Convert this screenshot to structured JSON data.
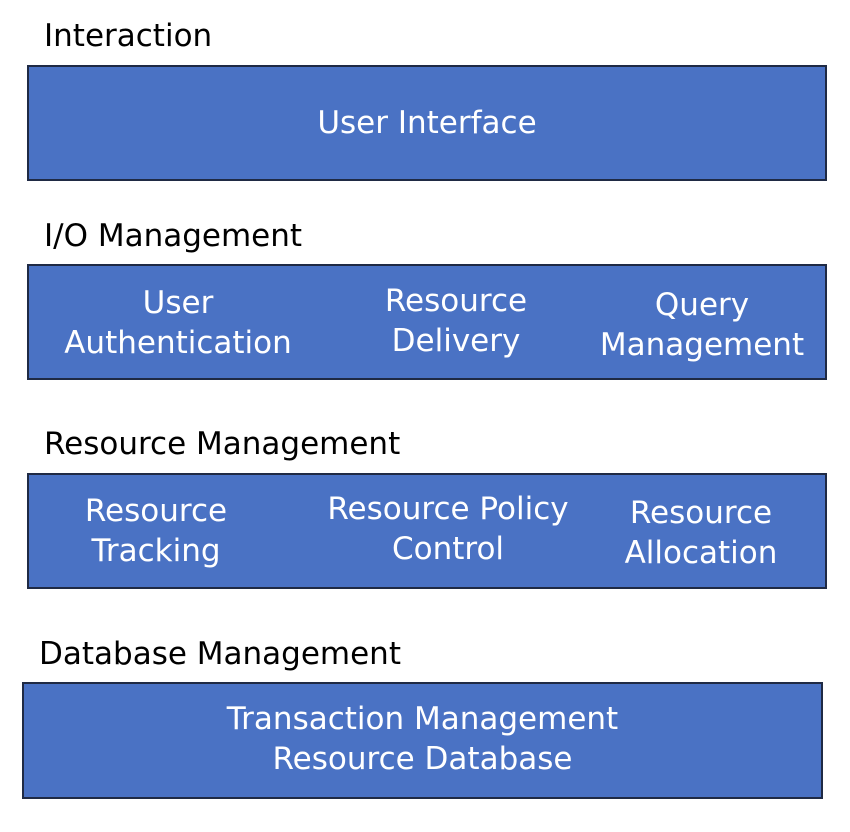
{
  "colors": {
    "box_fill": "#4a72c4",
    "box_border": "#1f2a44",
    "box_text": "#ffffff",
    "title_text": "#000000"
  },
  "layers": {
    "interaction": {
      "title": "Interaction",
      "modules": [
        {
          "lines": [
            "User Interface"
          ]
        }
      ]
    },
    "io_management": {
      "title": "I/O Management",
      "modules": [
        {
          "lines": [
            "User",
            "Authentication"
          ]
        },
        {
          "lines": [
            "Resource",
            "Delivery"
          ]
        },
        {
          "lines": [
            "Query",
            "Management"
          ]
        }
      ]
    },
    "resource_management": {
      "title": "Resource Management",
      "modules": [
        {
          "lines": [
            "Resource",
            "Tracking"
          ]
        },
        {
          "lines": [
            "Resource Policy",
            "Control"
          ]
        },
        {
          "lines": [
            "Resource",
            "Allocation"
          ]
        }
      ]
    },
    "database_management": {
      "title": "Database Management",
      "modules": [
        {
          "lines": [
            "Transaction Management",
            "Resource Database"
          ]
        }
      ]
    }
  }
}
